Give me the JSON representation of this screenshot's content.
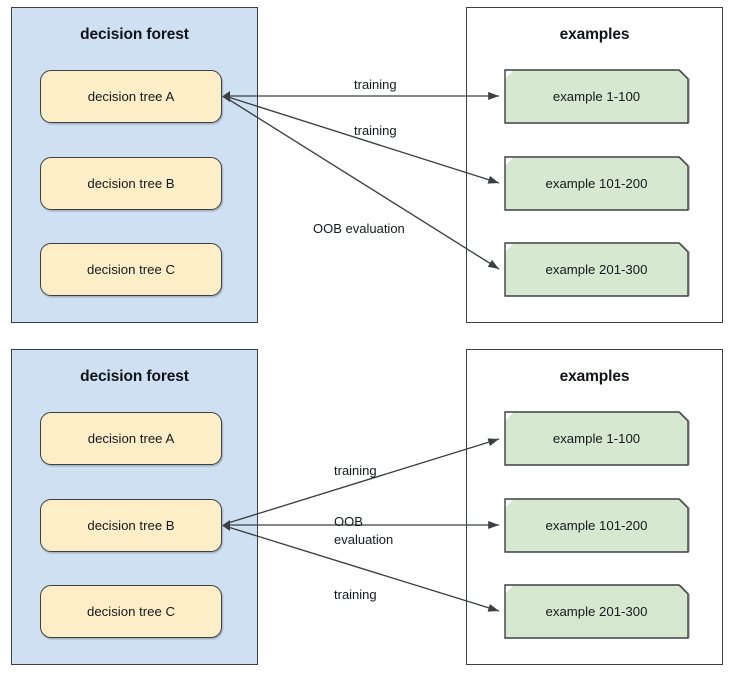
{
  "diagrams": [
    {
      "id": "top",
      "forest": {
        "title": "decision forest",
        "fill": "#cfe0f3",
        "trees": [
          {
            "label": "decision tree A"
          },
          {
            "label": "decision tree B"
          },
          {
            "label": "decision tree C"
          }
        ]
      },
      "examples": {
        "title": "examples",
        "fill": "#ffffff",
        "items": [
          {
            "label": "example 1-100"
          },
          {
            "label": "example 101-200"
          },
          {
            "label": "example 201-300"
          }
        ]
      },
      "source_tree": "decision tree A",
      "edges": [
        {
          "from": "decision tree A",
          "to": "example 1-100",
          "label": "training"
        },
        {
          "from": "decision tree A",
          "to": "example 101-200",
          "label": "training"
        },
        {
          "from": "decision tree A",
          "to": "example 201-300",
          "label": "OOB evaluation"
        }
      ]
    },
    {
      "id": "bottom",
      "forest": {
        "title": "decision forest",
        "fill": "#cfe0f3",
        "trees": [
          {
            "label": "decision tree A"
          },
          {
            "label": "decision tree B"
          },
          {
            "label": "decision tree C"
          }
        ]
      },
      "examples": {
        "title": "examples",
        "fill": "#ffffff",
        "items": [
          {
            "label": "example 1-100"
          },
          {
            "label": "example 101-200"
          },
          {
            "label": "example 201-300"
          }
        ]
      },
      "source_tree": "decision tree B",
      "edges": [
        {
          "from": "decision tree B",
          "to": "example 1-100",
          "label": "training"
        },
        {
          "from": "decision tree B",
          "to": "example 101-200",
          "label_line1": "OOB",
          "label_line2": "evaluation"
        },
        {
          "from": "decision tree B",
          "to": "example 201-300",
          "label": "training"
        }
      ]
    }
  ],
  "colors": {
    "panel_blue": "#cfe0f3",
    "tree_yellow": "#fdeec8",
    "example_green": "#d6e8d0",
    "stroke": "#3c4043",
    "text": "#15191d"
  }
}
